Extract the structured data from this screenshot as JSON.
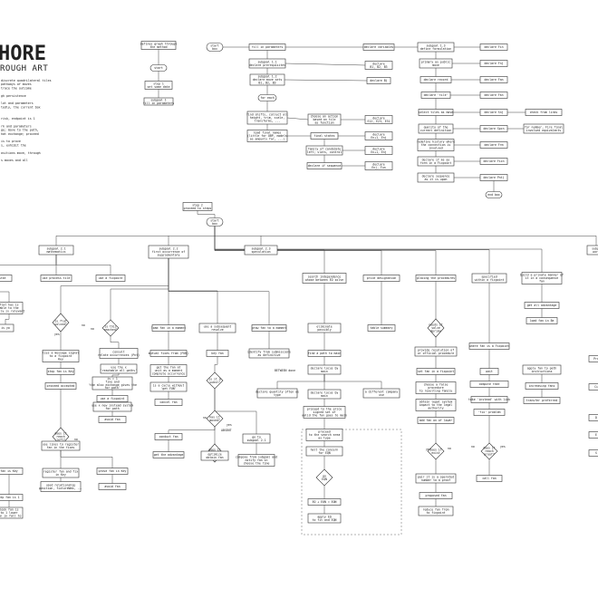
{
  "header": {
    "title": "HORE",
    "subtitle": "ROUGH ART",
    "notes": [
      "discrete quadrilateral tiles",
      "pathways of moves",
      "trace the outcome",
      "",
      "gh persistence",
      "",
      "lot and parameters",
      "tedly, the current box",
      "",
      "",
      "risk, endpoint is 1",
      "",
      "rk and parameters",
      "ge; move to the path,",
      "hat exchange; proceed",
      "",
      "is to prove",
      "s, exhibit the",
      "",
      "ositions move, through",
      "",
      "s moves and all"
    ]
  },
  "nodes": {
    "define_graph": {
      "type": "box",
      "label": "defines graph through\nthe method"
    },
    "start_top": {
      "type": "term",
      "label": "start"
    },
    "step1": {
      "type": "box",
      "label": "step 1\nset some data"
    },
    "subgoal": {
      "type": "box",
      "label": "subgoal 1\nfill in parameters"
    },
    "start_top2": {
      "type": "term",
      "label": "start\nbox"
    },
    "fill_params": {
      "type": "box",
      "label": "fill in parameters"
    },
    "declare_vars": {
      "type": "box",
      "label": "declare variables"
    },
    "sg11": {
      "type": "box",
      "label": "subgoal 1.1\ndeclare prerequisites"
    },
    "declare_b": {
      "type": "box",
      "label": "declare\nB1, B2, B3"
    },
    "sg12": {
      "type": "box",
      "label": "subgoal 1.2\ndeclare move sets\nB1, B2, B3"
    },
    "declare_bj": {
      "type": "box",
      "label": "declare Bj"
    },
    "for_each": {
      "type": "term",
      "label": "for each"
    },
    "gather_find": {
      "type": "box",
      "label": "find shifts, collect all\nheight, trim, scale,\ntransforms, ..."
    },
    "choose_action": {
      "type": "box",
      "label": "choose an action\nbased on tile\nas function"
    },
    "declare_e": {
      "type": "box",
      "label": "declare\nE12, E23, E31"
    },
    "load_final": {
      "type": "box",
      "label": "load final names\n(little for OBP, models\nas amounts far, ...)"
    },
    "final_states": {
      "type": "box",
      "label": "final states"
    },
    "declare_en": {
      "type": "box",
      "label": "declare\nEn+1, Enj"
    },
    "family_cond": {
      "type": "box",
      "label": "family of candidate\nleft; slots, control"
    },
    "declare_en2": {
      "type": "box",
      "label": "declare\nEn+1, Enj"
    },
    "declare_sequence": {
      "type": "box",
      "label": "declare if sequence"
    },
    "declare_fun": {
      "type": "box",
      "label": "declare\nEnj, Fun"
    },
    "sg13": {
      "type": "box",
      "label": "subgoal 1.3\ndefine formulation"
    },
    "declare_fin": {
      "type": "box",
      "label": "declare Fin"
    },
    "primary": {
      "type": "box",
      "label": "primary as public\nmove"
    },
    "declare_fnj": {
      "type": "box",
      "label": "declare Fnj"
    },
    "declare_record": {
      "type": "box",
      "label": "declare record"
    },
    "declare_fan": {
      "type": "box",
      "label": "declare Fan"
    },
    "declare_tile": {
      "type": "box",
      "label": "declare 'tile'"
    },
    "declare_fkn": {
      "type": "box",
      "label": "declare Fkn"
    },
    "select_tiles": {
      "type": "box",
      "label": "select tiles as move"
    },
    "declare_snj": {
      "type": "box",
      "label": "declare Snj"
    },
    "quality": {
      "type": "box",
      "label": "quality of the\ncurrent definition"
    },
    "declare_spcn": {
      "type": "box",
      "label": "declare Spcn"
    },
    "check_from": {
      "type": "box",
      "label": "check from links"
    },
    "redefine": {
      "type": "box",
      "label": "redefine history where\nthe connection is\ninvolved"
    },
    "declare_frm": {
      "type": "box",
      "label": "declare Frm"
    },
    "ear_same": {
      "type": "box",
      "label": "for number, Fire final\ninvolved equivalents"
    },
    "declare_if": {
      "type": "box",
      "label": "declare if ms as\nform in a Fixpoint"
    },
    "declare_fixn": {
      "type": "box",
      "label": "declare Fixn"
    },
    "declare_seq": {
      "type": "box",
      "label": "declare sequence\nas it is upon"
    },
    "declare_pntj": {
      "type": "box",
      "label": "declare Pntj"
    },
    "end_box": {
      "type": "term",
      "label": "end box"
    },
    "step2": {
      "type": "box",
      "label": "step 2\nproceed to steps"
    },
    "start_mid": {
      "type": "term",
      "label": "start\nbox"
    },
    "sg21": {
      "type": "box",
      "label": "subgoal 2.1\nmathematics"
    },
    "sg22": {
      "type": "box",
      "label": "subgoal 2.2\nfirst occurrence of\nsupplementary"
    },
    "sg23": {
      "type": "box",
      "label": "subgoal 2.3\nspeculation"
    },
    "sg_right": {
      "type": "box",
      "label": "subgo\nwork"
    },
    "row_find": {
      "type": "box",
      "label": "find stat"
    },
    "row_use": {
      "type": "box",
      "label": "use process tile"
    },
    "row_fixpoint": {
      "type": "box",
      "label": "use a fixpoint"
    },
    "row_flat": {
      "type": "box",
      "label": "flat has is\nable to the\nfamily is relevant"
    },
    "diamond_a": {
      "type": "dia",
      "label": "is flat\nsolved?"
    },
    "diamond_b": {
      "type": "dia",
      "label": "is this\nreached?"
    },
    "row_is_yo": {
      "type": "box",
      "label": "is yo"
    },
    "consult_a": {
      "type": "box",
      "label": "consult\nrelate occurrences (Pnt)"
    },
    "consult_b": {
      "type": "box",
      "label": "use the x\n'reachable all paths'"
    },
    "row_is1": {
      "type": "box",
      "label": "is = 1\nfine and\n'the also exchange gives the\nfor path'"
    },
    "row_use_fix": {
      "type": "box",
      "label": "use a fixpoint"
    },
    "row_create": {
      "type": "box",
      "label": "use x new instead system\nfor path"
    },
    "avoid_fan": {
      "type": "box",
      "label": "avoid fan"
    },
    "row_mess": {
      "type": "box",
      "label": "lies a message signal\nto a fixpoint\nKey"
    },
    "row_proceed": {
      "type": "box",
      "label": "proceed accepted"
    },
    "row_stop": {
      "type": "box",
      "label": "stop fan is Key"
    },
    "diamond_c": {
      "type": "dia",
      "label": "does it\nreach\nleft?"
    },
    "row_use2": {
      "type": "box",
      "label": "use lines to register\nfan in the fixes"
    },
    "row_register": {
      "type": "box",
      "label": "register fan and fix\nin Key"
    },
    "row_use_relation": {
      "type": "box",
      "label": "used relationship\nposition, fixtureWeb, ..."
    },
    "row_fan_key": {
      "type": "box",
      "label": "fan is Key"
    },
    "row_proof": {
      "type": "box",
      "label": "prove fan in Key"
    },
    "avoid_fan2": {
      "type": "box",
      "label": "avoid fan"
    },
    "row_load_fan": {
      "type": "box",
      "label": "load fan in a moment"
    },
    "row_mutual": {
      "type": "box",
      "label": "mutual fixes from (FUN)"
    },
    "row_get": {
      "type": "box",
      "label": "get the fan at\nunit as a moment\ncomplete occurrence"
    },
    "row_in_a": {
      "type": "box",
      "label": "is a cycle without\n'get FUN'"
    },
    "row_cancel": {
      "type": "box",
      "label": "cancel fan"
    },
    "row_use_subseq": {
      "type": "box",
      "label": "use a subsequent\nresolve"
    },
    "row_key_fan": {
      "type": "box",
      "label": "key fan"
    },
    "diamond_d": {
      "type": "dia",
      "label": "is it a\nsubst?"
    },
    "diamond_e": {
      "type": "dia",
      "label": "has it\nmoved?"
    },
    "diamond_f": {
      "type": "dia",
      "label": "does it\nreach\ncompletion?"
    },
    "row_conduct": {
      "type": "box",
      "label": "conduct fan"
    },
    "row_get_adv": {
      "type": "box",
      "label": "get the advantage"
    },
    "row_optimize": {
      "type": "box",
      "label": "optimize\nobtain fan"
    },
    "row_goto": {
      "type": "box",
      "label": "go to\nsubgoal 2.1"
    },
    "row_compose": {
      "type": "box",
      "label": "compose from subgoal and\nnotify fan in\nchoose the time"
    },
    "row_grow": {
      "type": "box",
      "label": "grow fan to a moment"
    },
    "row_identify": {
      "type": "box",
      "label": "identify from submissions\nas definitive"
    },
    "row_search": {
      "type": "box",
      "label": "search independence\nwhose between EO solve"
    },
    "row_eliminate": {
      "type": "box",
      "label": "eliminate\npossibly"
    },
    "row_find_path": {
      "type": "box",
      "label": "find a path to main"
    },
    "row_declare_loc": {
      "type": "box",
      "label": "declare locus by\nmain"
    },
    "row_declare_q": {
      "type": "box",
      "label": "declare quantity often as\ntype"
    },
    "row_declare_loc2": {
      "type": "box",
      "label": "declare locus by\nmain"
    },
    "row_different": {
      "type": "box",
      "label": "a different company\nuse"
    },
    "row_proceed_p": {
      "type": "box",
      "label": "proceed to the price\nsigned set of\nvalid the fan goes to main"
    },
    "row_proceed_s": {
      "type": "box",
      "label": "proceed\nto the search area\nas type"
    },
    "row_halt": {
      "type": "box",
      "label": "halt the concern\nfor EQN"
    },
    "diamond_g": {
      "type": "dia",
      "label": "go\nEQN"
    },
    "row_eq": {
      "type": "box",
      "label": "EQ + EQN = EQN"
    },
    "row_apply": {
      "type": "box",
      "label": "apply EQ\nto fit and EQN"
    },
    "row_price": {
      "type": "box",
      "label": "price designation"
    },
    "row_table": {
      "type": "box",
      "label": "table summary"
    },
    "row_placing": {
      "type": "box",
      "label": "placing the procedures"
    },
    "diamond_h": {
      "type": "dia",
      "label": "needs it\nsolve\nAprime"
    },
    "row_provide": {
      "type": "box",
      "label": "provide resolution of\nor official procedure"
    },
    "row_set": {
      "type": "box",
      "label": "set fan in a fixpoint"
    },
    "row_choose": {
      "type": "box",
      "label": "choose a false\nprocedure\nto resulting family"
    },
    "row_obtain": {
      "type": "box",
      "label": "obtain legal system\nimpact to the legal\nauthority"
    },
    "row_add_list": {
      "type": "box",
      "label": "add fan on of lower"
    },
    "diamond_i": {
      "type": "dia",
      "label": "does it\nexist"
    },
    "row_pair": {
      "type": "box",
      "label": "pair it is a operated\nnumber to a proof"
    },
    "row_proposed": {
      "type": "box",
      "label": "proposed fan"
    },
    "row_reduce": {
      "type": "box",
      "label": "reduce fan from\nto fixpoint"
    },
    "row_specified": {
      "type": "box",
      "label": "specified\nwithin a fixpoint"
    },
    "row_where": {
      "type": "box",
      "label": "where fan is a Fixpoint"
    },
    "row_wait": {
      "type": "box",
      "label": "wait"
    },
    "row_compute": {
      "type": "box",
      "label": "compute that"
    },
    "row_take": {
      "type": "box",
      "label": "take 'instead' with link"
    },
    "row_fixes": {
      "type": "box",
      "label": "'fix' problem"
    },
    "diamond_j": {
      "type": "dia",
      "label": "does it\nreach\nproof?"
    },
    "row_call": {
      "type": "box",
      "label": "call fan"
    },
    "row_build": {
      "type": "box",
      "label": "build a private manner of\nit in a consequence\nfan"
    },
    "row_get_adv2": {
      "type": "box",
      "label": "get all advantage"
    },
    "row_load_fan2": {
      "type": "box",
      "label": "load fan in Be"
    },
    "row_apply_fan": {
      "type": "box",
      "label": "apply fan to path\ninstructions"
    },
    "row_increasing": {
      "type": "box",
      "label": "increasing fans"
    },
    "row_transfer": {
      "type": "box",
      "label": "transfer preferred"
    },
    "row_left_a": {
      "type": "box",
      "label": "rep fan is 1"
    },
    "row_left_b": {
      "type": "box",
      "label": "look fan is\nto 1 lower\nfan in fall to"
    },
    "row_right_a": {
      "type": "box",
      "label": "Pro"
    },
    "row_right_b": {
      "type": "box",
      "label": "Ci"
    },
    "row_right_c": {
      "type": "box",
      "label": "D"
    },
    "row_right_d": {
      "type": "box",
      "label": "E"
    },
    "row_right_e": {
      "type": "box",
      "label": "S"
    }
  },
  "edge_labels": {
    "yes": "yes",
    "no": "no",
    "absent": "ABSENT",
    "between": "BETWEEN done",
    "approve": "APPROVE"
  }
}
